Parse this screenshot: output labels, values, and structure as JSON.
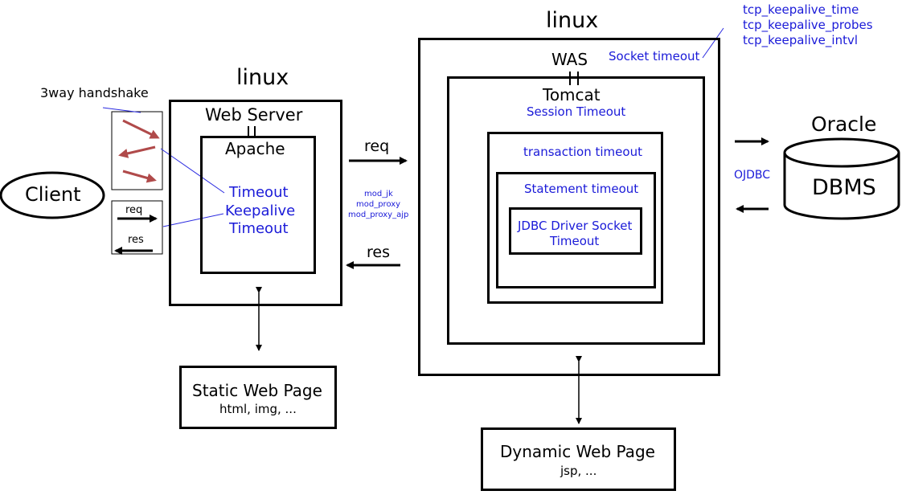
{
  "client": {
    "label": "Client"
  },
  "handshake": {
    "label": "3way handshake"
  },
  "client_conn": {
    "req": "req",
    "res": "res"
  },
  "web_host": {
    "os": "linux",
    "title": "Web Server",
    "apache": "Apache",
    "timeouts": [
      "Timeout",
      "Keepalive",
      "Timeout"
    ]
  },
  "static_page": {
    "title": "Static Web Page",
    "sub": "html, img, ..."
  },
  "middle": {
    "req": "req",
    "res": "res",
    "modules": [
      "mod_jk",
      "mod_proxy",
      "mod_proxy_ajp"
    ]
  },
  "was_host": {
    "os": "linux",
    "was": "WAS",
    "socket_timeout": "Socket timeout",
    "kernel_params": [
      "tcp_keepalive_time",
      "tcp_keepalive_probes",
      "tcp_keepalive_intvl"
    ],
    "tomcat": "Tomcat",
    "session_timeout": "Session Timeout",
    "transaction_timeout": "transaction timeout",
    "statement_timeout": "Statement timeout",
    "jdbc": [
      "JDBC Driver Socket",
      "Timeout"
    ]
  },
  "dynamic_page": {
    "title": "Dynamic Web Page",
    "sub": "jsp, ..."
  },
  "db": {
    "vendor": "Oracle",
    "label": "DBMS",
    "driver": "OJDBC"
  },
  "colors": {
    "text_blue": "#1a1ad8",
    "handshake_arrow": "#b04a4a",
    "line": "#000000"
  }
}
